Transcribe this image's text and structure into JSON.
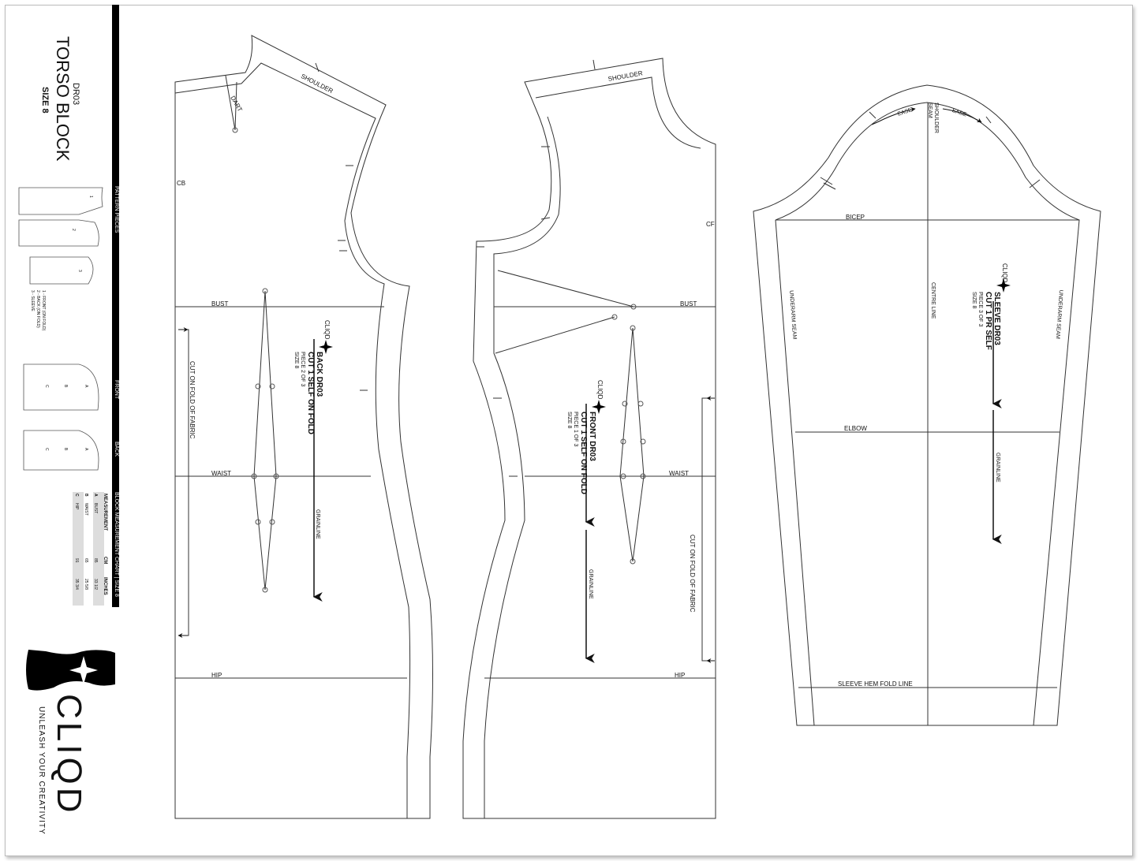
{
  "header": {
    "code": "DR03",
    "title": "TORSO BLOCK",
    "size": "SIZE 8"
  },
  "sidebar": {
    "pattern_pieces_label": "PATTERN PIECES",
    "front_label": "FRONT",
    "back_label": "BACK",
    "measurement_chart_label": "BLOCK MEASUREMENT CHART | SIZE 8",
    "piece_list": [
      "1 - FRONT (ON FOLD)",
      "2 - BACK (ON FOLD)",
      "3 - SLEEVE"
    ],
    "thumb_numbers": [
      "1",
      "2",
      "3"
    ],
    "thumb_letters": [
      "A",
      "B",
      "C"
    ]
  },
  "measurement_chart": {
    "headers": [
      "MEASUREMENT",
      "CM",
      "INCHES"
    ],
    "rows": [
      {
        "code": "A",
        "name": "BUST",
        "cm": "85",
        "inches": "33 1/2"
      },
      {
        "code": "B",
        "name": "WAIST",
        "cm": "65",
        "inches": "25 5/8"
      },
      {
        "code": "C",
        "name": "HIP",
        "cm": "91",
        "inches": "35 3/4"
      }
    ]
  },
  "brand": {
    "name": "CLIQD",
    "tagline": "UNLEASH YOUR CREATIVITY"
  },
  "back_piece": {
    "shoulder": "SHOULDER",
    "dart": "DART",
    "cb": "CB",
    "bust": "BUST",
    "waist": "WAIST",
    "hip": "HIP",
    "fold": "CUT ON FOLD OF FABRIC",
    "grainline": "GRAINLINE",
    "logo": "CLIQD",
    "title": "BACK  DR03",
    "cut": "CUT 1 SELF ON FOLD",
    "piece": "PIECE 2 OF 3",
    "size": "SIZE 8"
  },
  "front_piece": {
    "shoulder": "SHOULDER",
    "cf": "CF",
    "bust": "BUST",
    "waist": "WAIST",
    "hip": "HIP",
    "fold": "CUT ON FOLD OF FABRIC",
    "grainline": "GRAINLINE",
    "logo": "CLIQD",
    "title": "FRONT  DR03",
    "cut": "CUT 1 SELF ON FOLD",
    "piece": "PIECE 1 OF 3",
    "size": "SIZE 8"
  },
  "sleeve_piece": {
    "ease_left": "EASE",
    "ease_right": "EASE",
    "shoulder_seam": "SHOULDER SEAM",
    "bicep": "BICEP",
    "elbow": "ELBOW",
    "hem": "SLEEVE HEM FOLD LINE",
    "centre": "CENTRE LINE",
    "underarm_left": "UNDERARM SEAM",
    "underarm_right": "UNDERARM SEAM",
    "grainline": "GRAINLINE",
    "logo": "CLIQD",
    "title": "SLEEVE  DR03",
    "cut": "CUT 1 PR SELF",
    "piece": "PIECE 3 OF 3",
    "size": "SIZE 8"
  },
  "colors": {
    "line": "#333333",
    "fill": "#ffffff",
    "bar": "#000000"
  }
}
